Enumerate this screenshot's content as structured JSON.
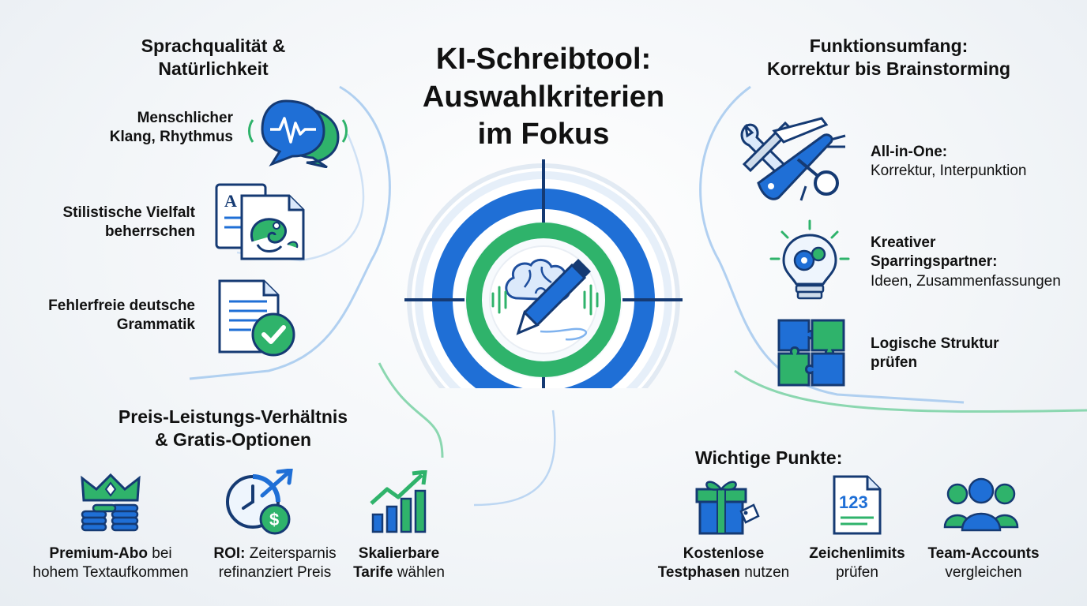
{
  "title": {
    "line1": "KI-Schreibtool:",
    "line2": "Auswahlkriterien",
    "line3": "im Fokus"
  },
  "sections": {
    "quality": {
      "heading1": "Sprachqualität &",
      "heading2": "Natürlichkeit",
      "items": [
        {
          "line1": "Menschlicher",
          "line2": "Klang, Rhythmus",
          "icon": "speech-bubble-waveform-icon"
        },
        {
          "line1": "Stilistische Vielfalt",
          "line2": "beherrschen",
          "icon": "chameleon-document-icon"
        },
        {
          "line1": "Fehlerfreie deutsche",
          "line2": "Grammatik",
          "icon": "document-checkmark-icon"
        }
      ]
    },
    "features": {
      "heading1": "Funktionsumfang:",
      "heading2": "Korrektur bis Brainstorming",
      "items": [
        {
          "bold": "All-in-One:",
          "normal": "Korrektur, Interpunktion",
          "icon": "multitool-icon"
        },
        {
          "bold1": "Kreativer",
          "bold2": "Sparringspartner:",
          "normal": "Ideen, Zusammenfassungen",
          "icon": "lightbulb-gears-icon"
        },
        {
          "line1": "Logische Struktur",
          "line2": "prüfen",
          "icon": "puzzle-icon"
        }
      ]
    },
    "price": {
      "heading1": "Preis-Leistungs-Verhältnis",
      "heading2": "& Gratis-Optionen",
      "items": [
        {
          "bold": "Premium-Abo",
          "rest1": " bei",
          "line2": "hohem Textaufkommen",
          "icon": "crown-coins-icon"
        },
        {
          "bold": "ROI:",
          "rest1": " Zeitersparnis",
          "line2": "refinanziert Preis",
          "icon": "clock-dollar-icon"
        },
        {
          "line1": "Skalierbare",
          "bold2": "Tarife",
          "rest2": " wählen",
          "icon": "growth-chart-icon"
        }
      ]
    },
    "important": {
      "heading": "Wichtige Punkte:",
      "items": [
        {
          "line1": "Kostenlose",
          "bold2": "Testphasen",
          "rest2": " nutzen",
          "icon": "gift-box-icon"
        },
        {
          "line1": "Zeichenlimits",
          "line2": "prüfen",
          "icon": "document-123-icon",
          "icon_text": "123"
        },
        {
          "line1": "Team-Accounts",
          "line2": "vergleichen",
          "icon": "team-users-icon"
        }
      ]
    }
  },
  "center": {
    "icon": "brain-pen-target-icon"
  },
  "colors": {
    "blue": "#1f6fd6",
    "green": "#2fb36b",
    "navy": "#153a73",
    "text": "#111111"
  }
}
